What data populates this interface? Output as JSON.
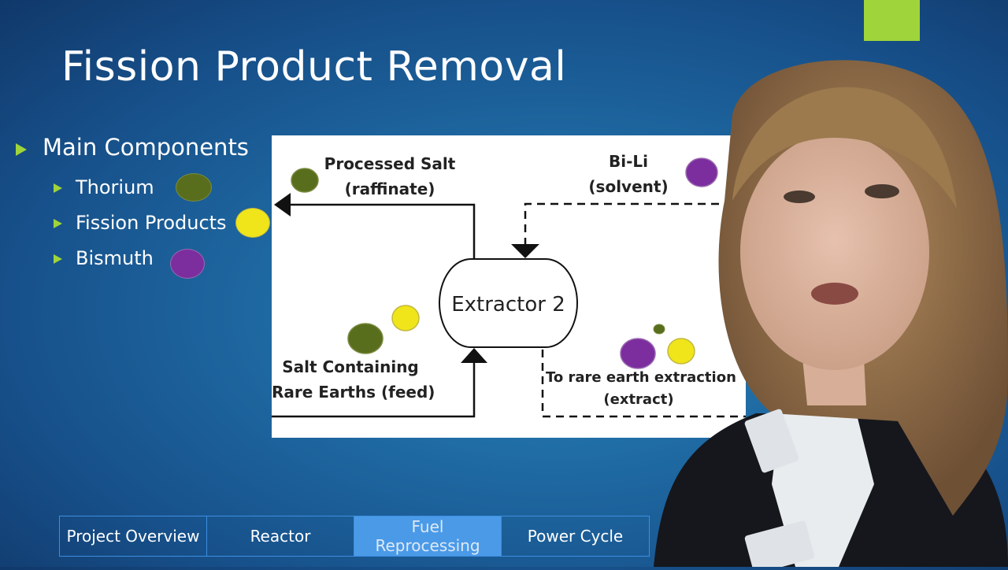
{
  "slide": {
    "title": "Fission Product Removal"
  },
  "bullets": {
    "main": "Main Components",
    "items": [
      "Thorium",
      "Fission Products",
      "Bismuth"
    ]
  },
  "diagram": {
    "processed_salt_line1": "Processed Salt",
    "processed_salt_line2": "(raffinate)",
    "solvent_line1": "Bi-Li",
    "solvent_line2": "(solvent)",
    "extractor": "Extractor 2",
    "feed_line1": "Salt Containing",
    "feed_line2": "Rare Earths (feed)",
    "extract_line1": "To rare earth extraction",
    "extract_line2": "(extract)"
  },
  "nav": {
    "tabs": [
      {
        "label": "Project Overview",
        "active": false
      },
      {
        "label": "Reactor",
        "active": false
      },
      {
        "label": "Fuel Reprocessing",
        "active": true
      },
      {
        "label": "Power Cycle",
        "active": false
      }
    ]
  },
  "colors": {
    "accent": "#9fd43a",
    "thorium": "#586e1c",
    "fission_products": "#efe51a",
    "bismuth": "#7c2d9e",
    "active_tab": "#4a9ae8"
  }
}
